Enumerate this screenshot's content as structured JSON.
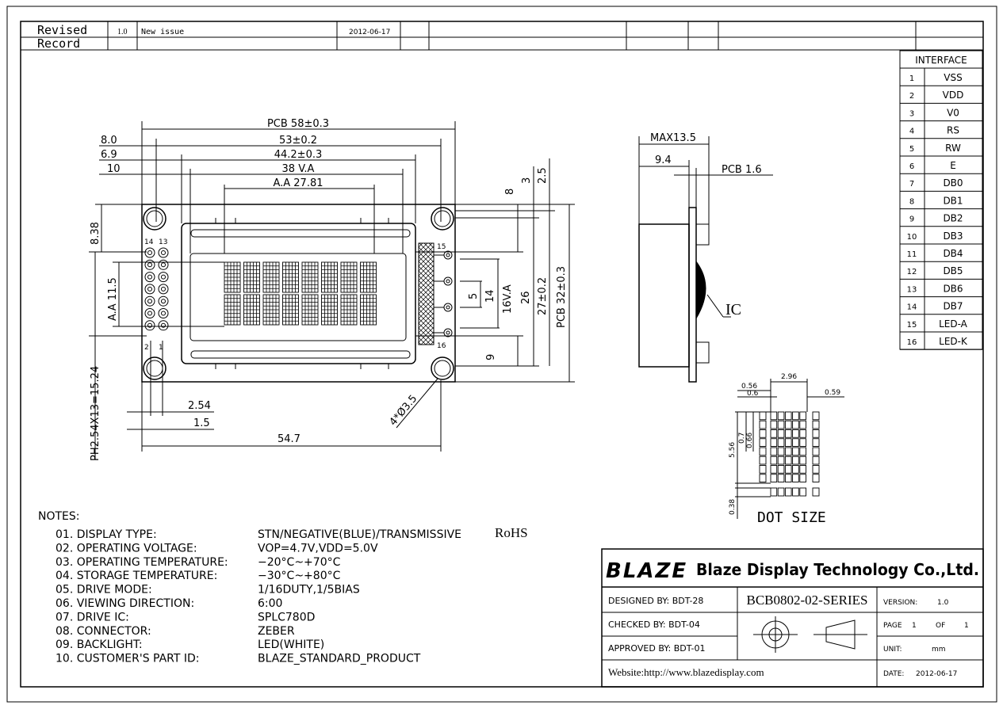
{
  "revision": {
    "label_line1": "Revised",
    "label_line2": "Record",
    "rows": [
      {
        "version": "1.0",
        "description": "New issue",
        "date": "2012-06-17"
      }
    ]
  },
  "interface": {
    "title": "INTERFACE",
    "pins": [
      {
        "no": "1",
        "name": "VSS"
      },
      {
        "no": "2",
        "name": "VDD"
      },
      {
        "no": "3",
        "name": "V0"
      },
      {
        "no": "4",
        "name": "RS"
      },
      {
        "no": "5",
        "name": "RW"
      },
      {
        "no": "6",
        "name": "E"
      },
      {
        "no": "7",
        "name": "DB0"
      },
      {
        "no": "8",
        "name": "DB1"
      },
      {
        "no": "9",
        "name": "DB2"
      },
      {
        "no": "10",
        "name": "DB3"
      },
      {
        "no": "11",
        "name": "DB4"
      },
      {
        "no": "12",
        "name": "DB5"
      },
      {
        "no": "13",
        "name": "DB6"
      },
      {
        "no": "14",
        "name": "DB7"
      },
      {
        "no": "15",
        "name": "LED-A"
      },
      {
        "no": "16",
        "name": "LED-K"
      }
    ]
  },
  "front_view": {
    "dims": {
      "pcb": "PCB 58±0.3",
      "d53": "53±0.2",
      "d442": "44.2±0.3",
      "va38": "38 V.A",
      "aa2781": "A.A 27.81",
      "left80": "8.0",
      "left69": "6.9",
      "left10": "10",
      "v838": "8.38",
      "aa115": "A.A 11.5",
      "ph": "PH2.54X13=15.24",
      "d254": "2.54",
      "d15": "1.5",
      "d547": "54.7",
      "hole": "4*Ø3.5",
      "r8": "8",
      "r3": "3",
      "r25": "2.5",
      "r5": "5",
      "r14": "14",
      "r16va": "16V.A",
      "r26": "26",
      "r27": "27±0.2",
      "rpcb32": "PCB 32±0.3",
      "r9": "9"
    },
    "pin_labels": {
      "p14": "14",
      "p13": "13",
      "p2": "2",
      "p1": "1",
      "p15": "15",
      "p16": "16"
    }
  },
  "side_view": {
    "max": "MAX13.5",
    "d94": "9.4",
    "pcb16": "PCB 1.6",
    "ic": "IC"
  },
  "dot_size": {
    "title": "DOT SIZE",
    "d296": "2.96",
    "d056": "0.56",
    "d06": "0.6",
    "d059": "0.59",
    "d556": "5.56",
    "d07": "0.7",
    "d066": "0.66",
    "d038": "0.38"
  },
  "notes": {
    "heading": "NOTES:",
    "items": [
      {
        "label": "01. DISPLAY TYPE:",
        "value": "STN/NEGATIVE(BLUE)/TRANSMISSIVE",
        "extra": "RoHS"
      },
      {
        "label": "02. OPERATING VOLTAGE:",
        "value": "VOP=4.7V,VDD=5.0V"
      },
      {
        "label": "03. OPERATING TEMPERATURE:",
        "value": "−20°C~+70°C"
      },
      {
        "label": "04. STORAGE TEMPERATURE:",
        "value": "−30°C~+80°C"
      },
      {
        "label": "05. DRIVE MODE:",
        "value": "1/16DUTY,1/5BIAS"
      },
      {
        "label": "06. VIEWING DIRECTION:",
        "value": "6:00"
      },
      {
        "label": "07. DRIVE IC:",
        "value": "SPLC780D"
      },
      {
        "label": "08. CONNECTOR:",
        "value": "ZEBER"
      },
      {
        "label": "09. BACKLIGHT:",
        "value": "LED(WHITE)"
      },
      {
        "label": "10. CUSTOMER'S PART ID:",
        "value": "BLAZE_STANDARD_PRODUCT"
      }
    ]
  },
  "title_block": {
    "logo": "BLAZE",
    "company": "Blaze Display Technology Co.,Ltd.",
    "designed": "DESIGNED BY:  BDT-28",
    "checked": "CHECKED BY:  BDT-04",
    "approved": "APPROVED BY: BDT-01",
    "part": "BCB0802-02-SERIES",
    "version_label": "VERSION:",
    "version": "1.0",
    "page_label": "PAGE",
    "page": "1",
    "of_label": "OF",
    "of": "1",
    "unit_label": "UNIT:",
    "unit": "mm",
    "date_label": "DATE:",
    "date": "2012-06-17",
    "website": "Website:http://www.blazedisplay.com"
  }
}
